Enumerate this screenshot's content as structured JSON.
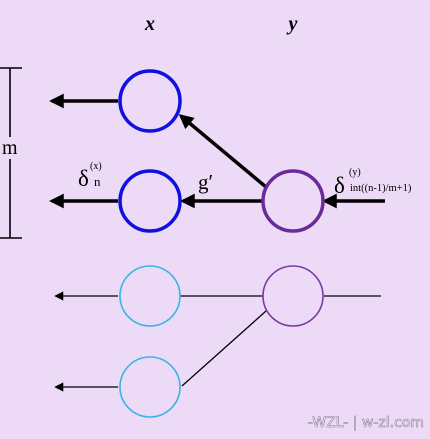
{
  "columns": {
    "x": "x",
    "y": "y"
  },
  "labels": {
    "m": "m",
    "delta": "δ",
    "x_sub": "n",
    "x_sup": "(x)",
    "y_sub": "int((n-1)/m+1)",
    "y_sup": "(y)",
    "g_prime": "g′"
  },
  "watermark": "-WZL- | w-zl.com",
  "colors": {
    "background": "#ecdaf6",
    "x_active": "#1010e0",
    "y_active": "#6a2a9a",
    "x_inactive": "#38b4e6",
    "y_inactive": "#7b3aa0",
    "lines": "#000000"
  }
}
